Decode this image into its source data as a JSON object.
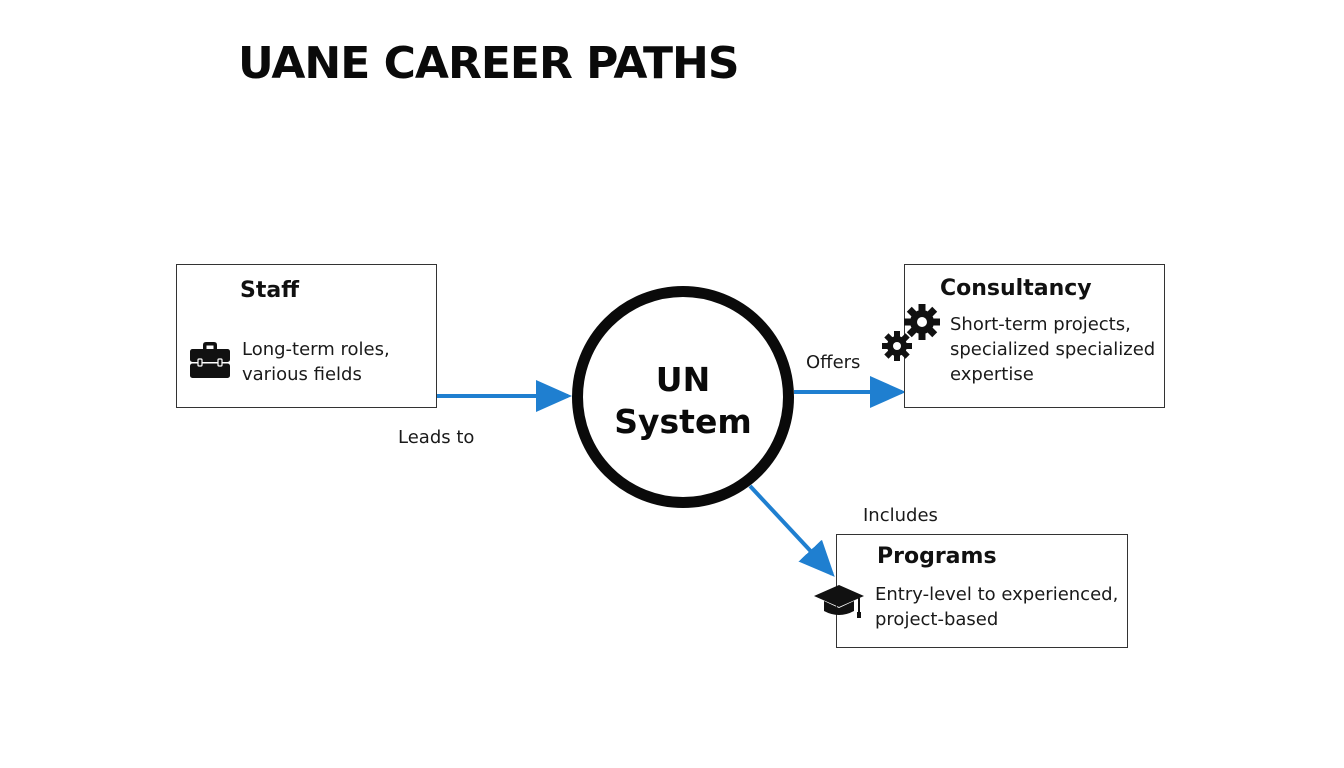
{
  "title": "UANE CAREER PATHS",
  "hub": {
    "line1": "UN",
    "line2": "System"
  },
  "nodes": {
    "staff": {
      "title": "Staff",
      "lines": [
        "Long-term roles,",
        "various fields"
      ],
      "icon": "briefcase-icon"
    },
    "consultancy": {
      "title": "Consultancy",
      "lines": [
        "Short-term projects,",
        "specialized specialized",
        "expertise"
      ],
      "icon": "gears-icon"
    },
    "programs": {
      "title": "Programs",
      "lines": [
        "Entry-level to experienced,",
        "project-based"
      ],
      "icon": "graduation-cap-icon"
    }
  },
  "edges": {
    "staff_to_hub": "Leads to",
    "hub_to_consultancy": "Offers",
    "hub_to_programs": "Includes"
  },
  "colors": {
    "arrow": "#1f7fd0",
    "outline": "#333333",
    "hub_ring": "#0a0a0a"
  }
}
